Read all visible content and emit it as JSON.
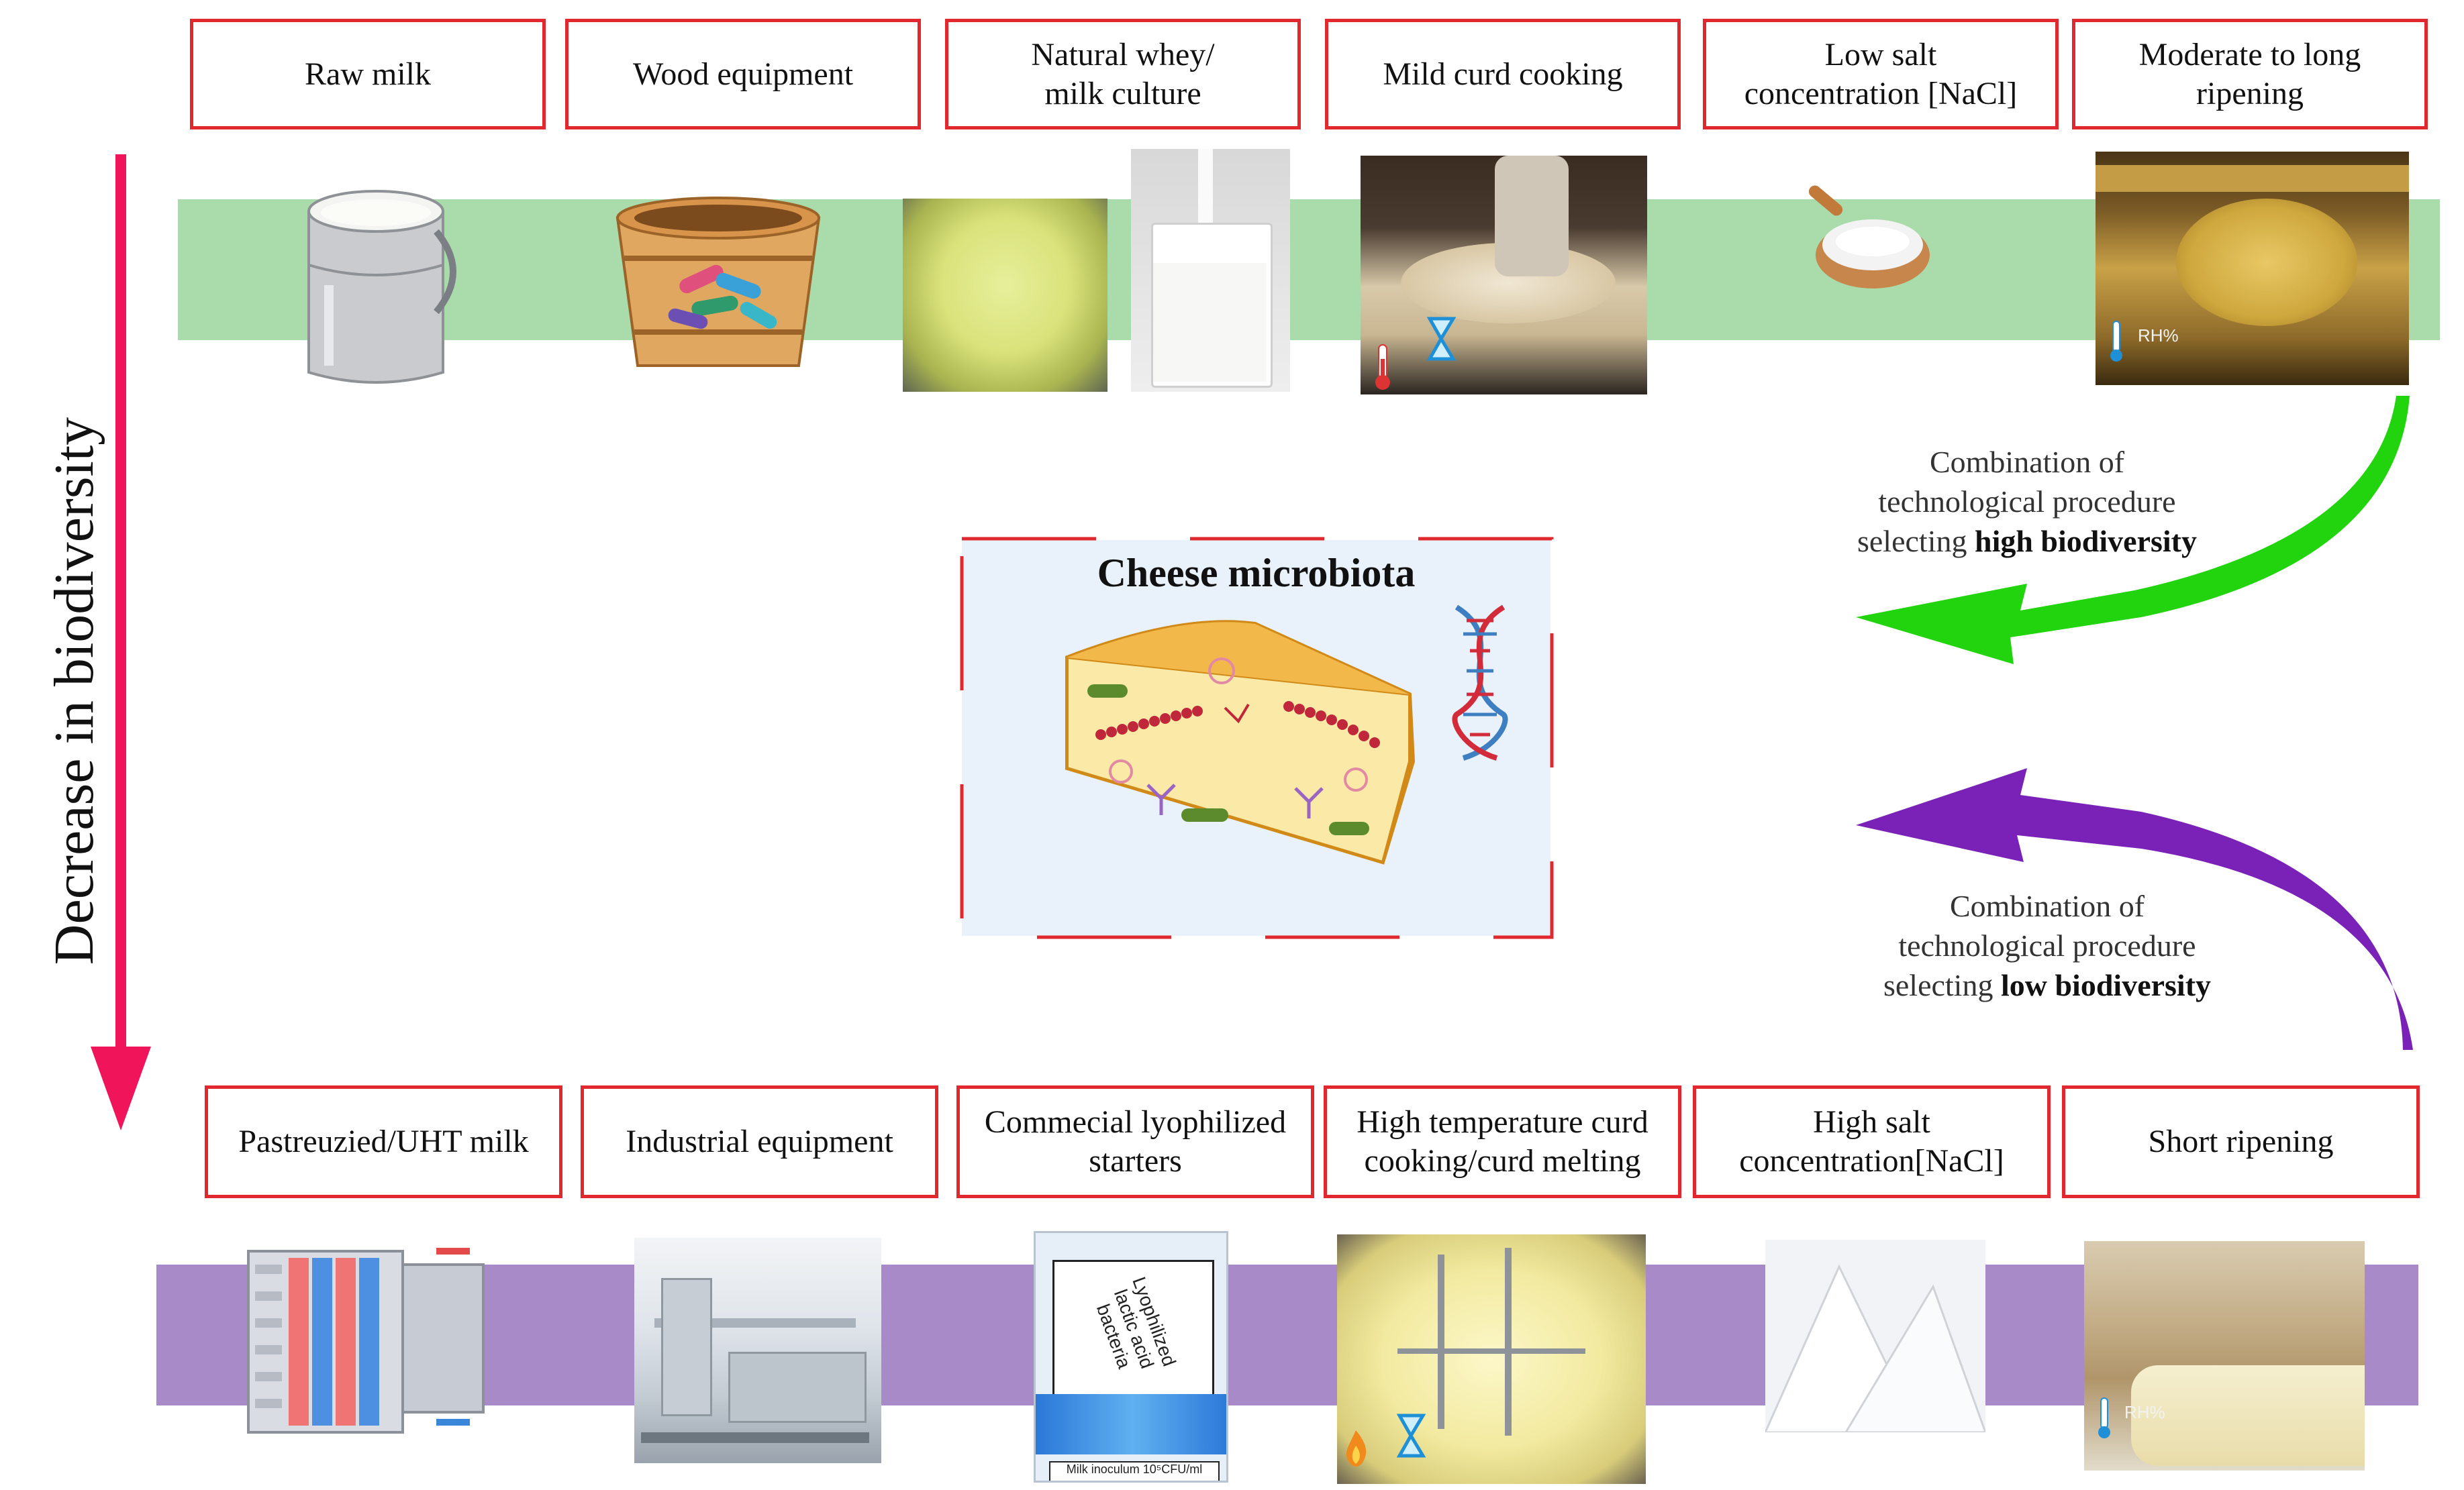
{
  "side_label": "Decrease in biodiversity",
  "top_row": [
    {
      "id": "raw-milk",
      "lines": [
        "Raw milk"
      ]
    },
    {
      "id": "wood-equipment",
      "lines": [
        "Wood equipment"
      ]
    },
    {
      "id": "natural-whey",
      "lines": [
        "Natural whey/",
        "milk culture"
      ]
    },
    {
      "id": "mild-curd",
      "lines": [
        "Mild curd cooking"
      ]
    },
    {
      "id": "low-salt",
      "lines": [
        "Low salt",
        "concentration [NaCl]"
      ]
    },
    {
      "id": "moderate-ripening",
      "lines": [
        "Moderate to long",
        "ripening"
      ]
    }
  ],
  "bottom_row": [
    {
      "id": "pasteurized-milk",
      "lines": [
        "Pastreuzied/UHT milk"
      ]
    },
    {
      "id": "industrial-equipment",
      "lines": [
        "Industrial equipment"
      ]
    },
    {
      "id": "commercial-starters",
      "lines": [
        "Commecial lyophilized",
        "starters"
      ]
    },
    {
      "id": "high-temp-curd",
      "lines": [
        "High temperature curd",
        "cooking/curd melting"
      ]
    },
    {
      "id": "high-salt",
      "lines": [
        "High salt",
        "concentration[NaCl]"
      ]
    },
    {
      "id": "short-ripening",
      "lines": [
        "Short ripening"
      ]
    }
  ],
  "center": {
    "title": "Cheese microbiota"
  },
  "high_combo": {
    "line1": "Combination of",
    "line2": "technological procedure",
    "line3_prefix": "selecting ",
    "line3_bold": "high biodiversity"
  },
  "low_combo": {
    "line1": "Combination of",
    "line2": "technological procedure",
    "line3_prefix": "selecting ",
    "line3_bold": "low biodiversity"
  },
  "photo_text": {
    "rh_top": "RH%",
    "rh_bottom": "RH%",
    "starter_pack_title": "Lyophilized lactic acid bacteria",
    "starter_pack_footer": "Milk inoculum 10⁵CFU/ml"
  },
  "colors": {
    "box_border": "#e0282e",
    "top_band": "#a9dcaa",
    "bottom_band": "#a98ac9",
    "down_arrow": "#f0145a",
    "green_arrow": "#22d40e",
    "purple_arrow": "#7a21b8"
  }
}
